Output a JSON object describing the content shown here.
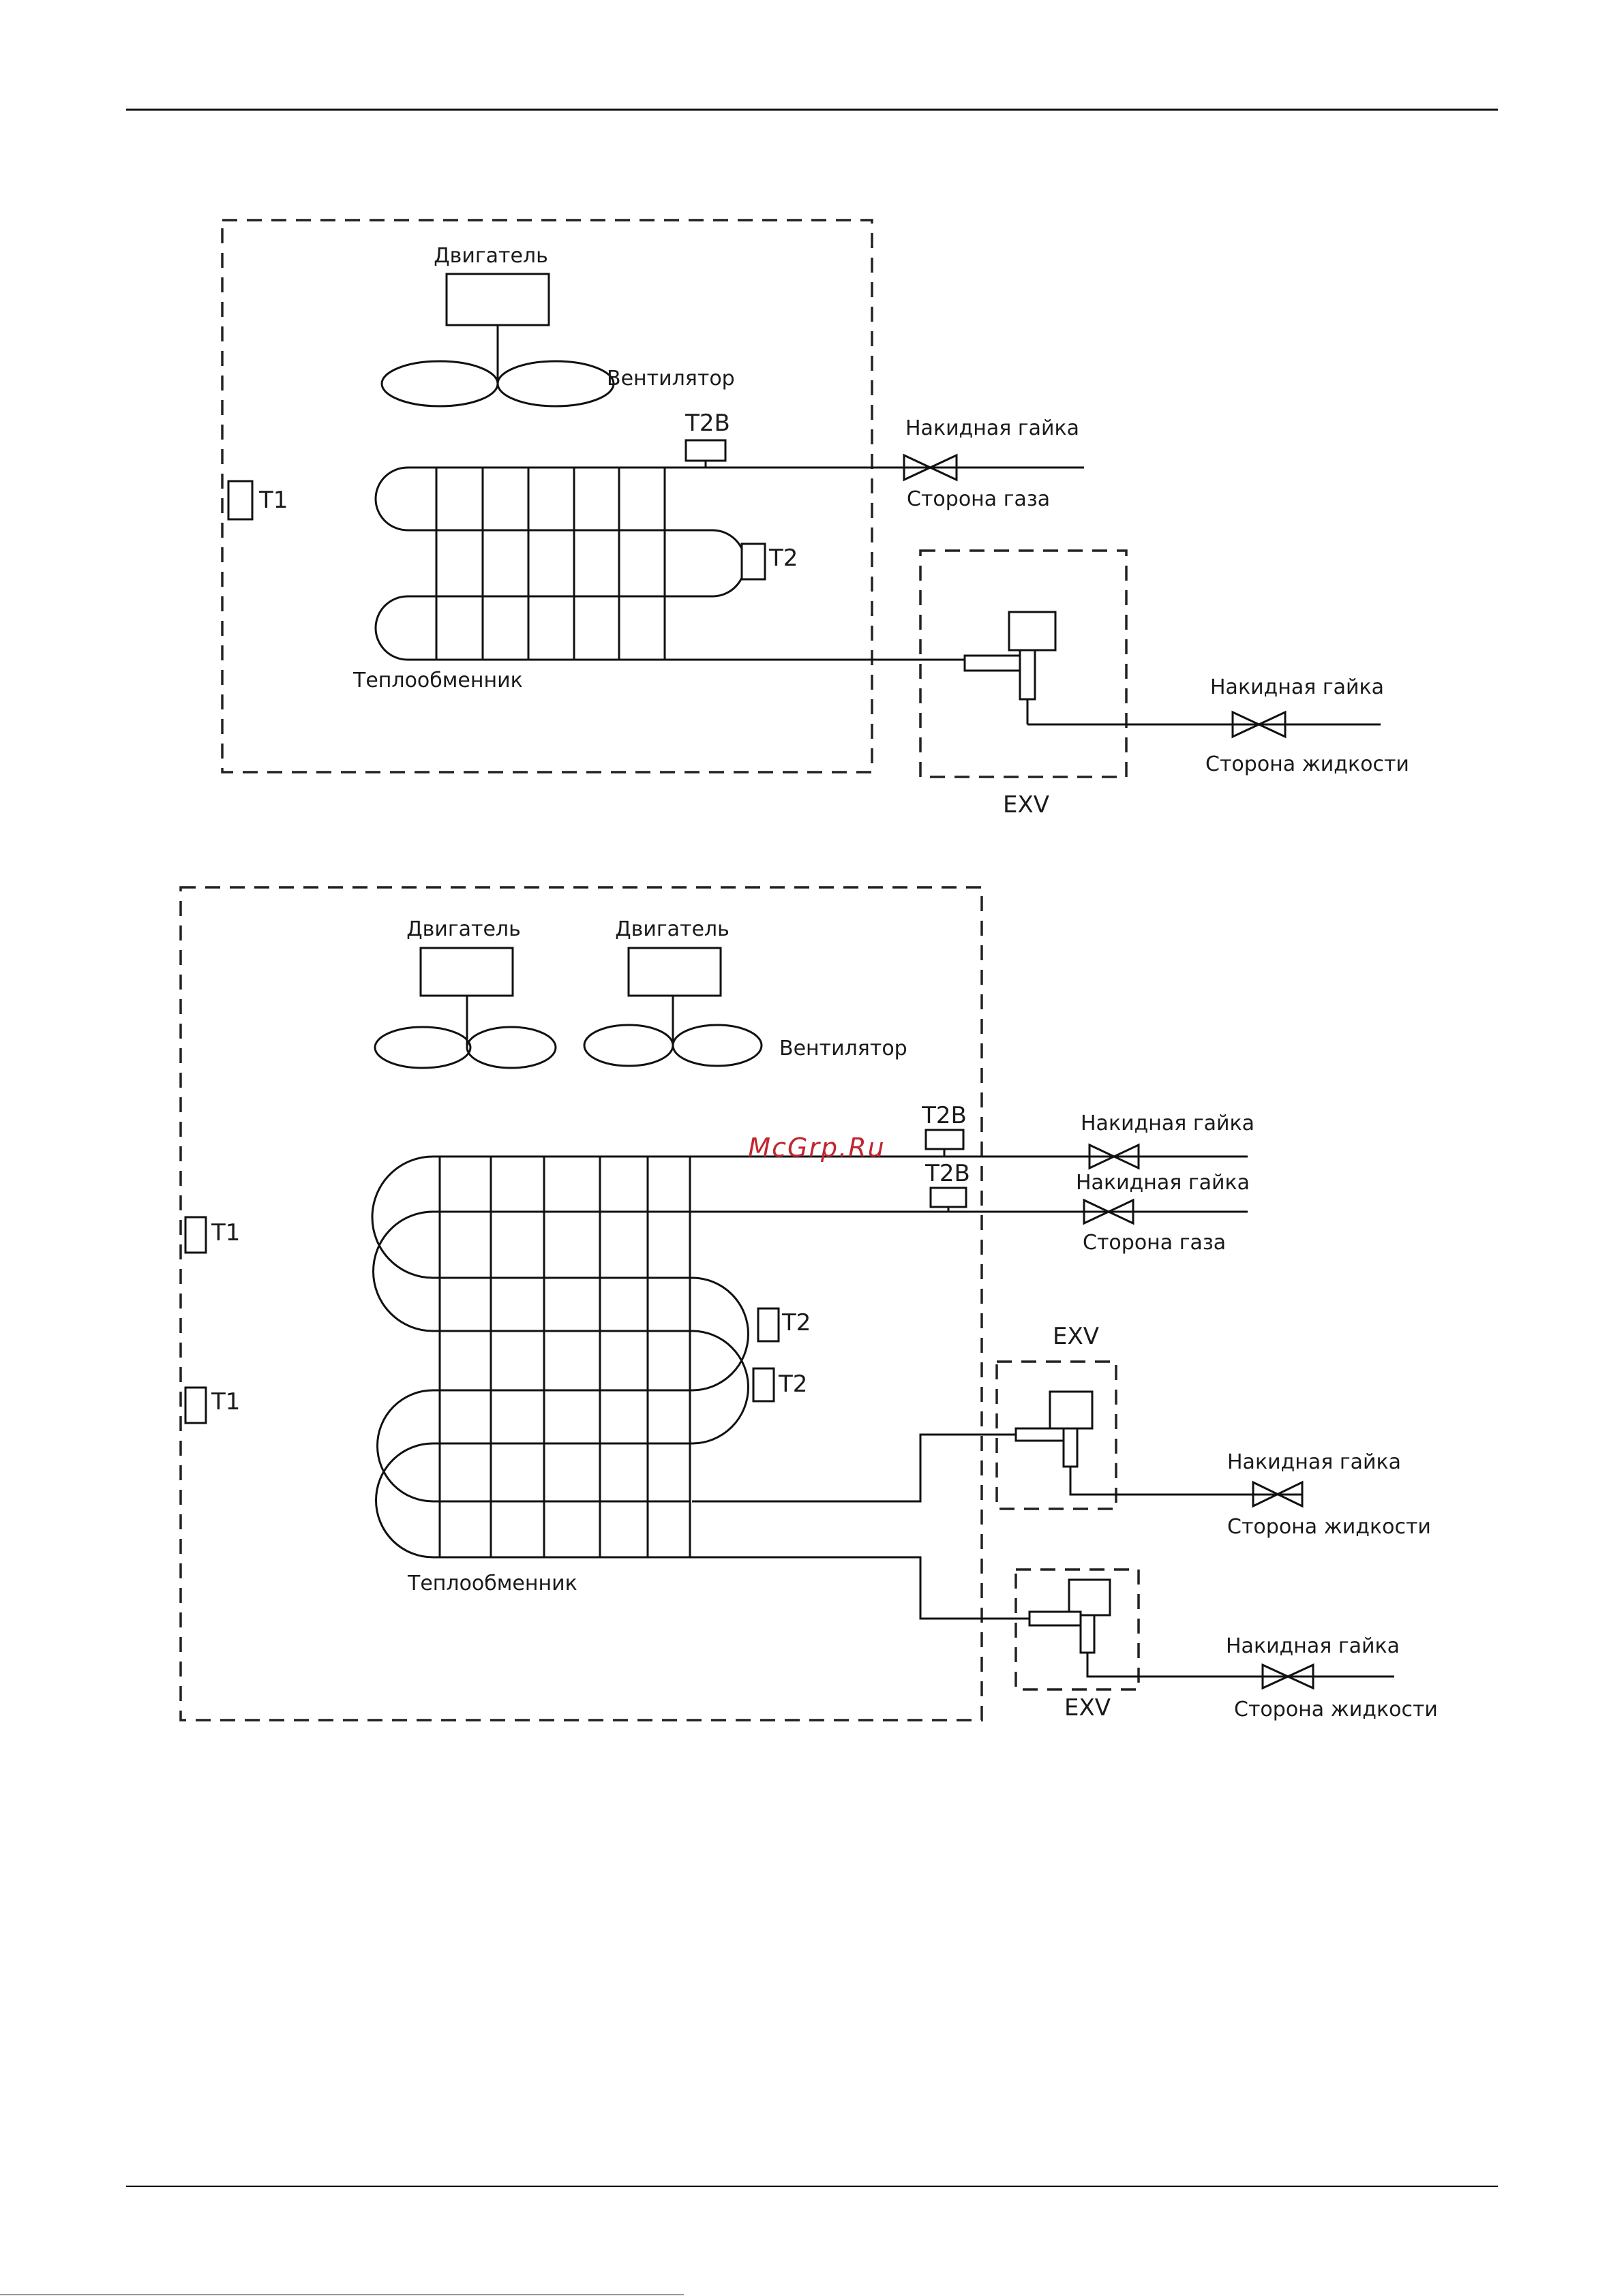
{
  "watermark": "McGrp.Ru",
  "diagram1": {
    "motor_label": "Двигатель",
    "fan_label": "Вентилятор",
    "t2b_label": "T2B",
    "t1_label": "T1",
    "t2_label": "T2",
    "heat_exchanger_label": "Теплообменник",
    "flare_nut_gas_label": "Накидная гайка",
    "gas_side_label": "Сторона газа",
    "flare_nut_liquid_label": "Накидная гайка",
    "liquid_side_label": "Сторона жидкости",
    "exv_label": "EXV"
  },
  "diagram2": {
    "motor1_label": "Двигатель",
    "motor2_label": "Двигатель",
    "fan_label": "Вентилятор",
    "t2b_top_label": "T2B",
    "t2b_bottom_label": "T2B",
    "flare_nut_gas1_label": "Накидная гайка",
    "flare_nut_gas2_label": "Накидная гайка",
    "gas_side_label": "Сторона газа",
    "t1_top_label": "T1",
    "t1_bottom_label": "T1",
    "t2_top_label": "T2",
    "t2_bottom_label": "T2",
    "exv_top_label": "EXV",
    "exv_bottom_label": "EXV",
    "flare_nut_liquid1_label": "Накидная гайка",
    "liquid_side1_label": "Сторона жидкости",
    "flare_nut_liquid2_label": "Накидная гайка",
    "liquid_side2_label": "Сторона жидкости",
    "heat_exchanger_label": "Теплообменник"
  }
}
